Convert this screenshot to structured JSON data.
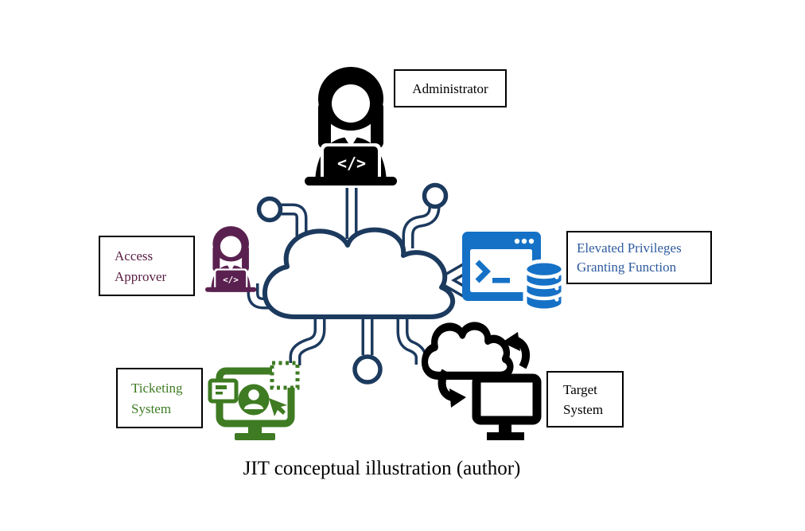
{
  "diagram": {
    "caption": "JIT conceptual illustration (author)",
    "labels": {
      "administrator": "Administrator",
      "access_approver": [
        "Access",
        "Approver"
      ],
      "elevated": [
        "Elevated Privileges",
        "Granting Function"
      ],
      "ticketing": [
        "Ticketing",
        "System"
      ],
      "target": [
        "Target",
        "System"
      ]
    },
    "icons": {
      "code_glyph": "</>",
      "administrator": "woman-at-laptop-icon",
      "access_approver": "woman-at-laptop-icon",
      "central": "cloud-with-connectors-icon",
      "elevated": "terminal-window-with-database-icon",
      "ticketing": "monitor-with-user-ticket-cursor-icon",
      "target": "cloud-sync-with-computer-icon"
    },
    "colors": {
      "pipe_navy": "#1C3A5E",
      "admin_black": "#000000",
      "approver_purple": "#5A2150",
      "approver_text": "#5B2045",
      "terminal_blue": "#1571C6",
      "elevated_text_blue": "#2E5B9F",
      "ticketing_green": "#3E7B22",
      "target_black": "#000000",
      "label_border": "#000000"
    }
  }
}
